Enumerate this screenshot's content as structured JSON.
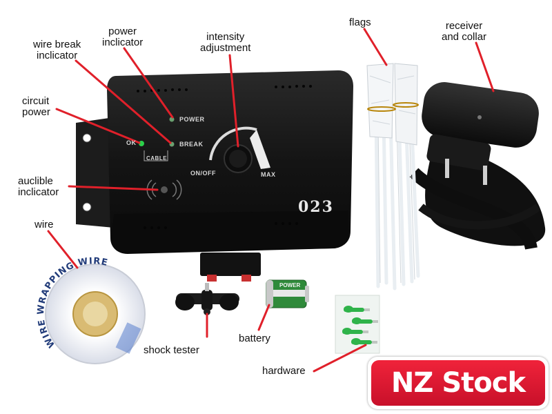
{
  "callouts": {
    "power_indicator": [
      "power",
      "inclicator"
    ],
    "wire_break_indicator": [
      "wire break",
      "inclicator"
    ],
    "circuit_power": [
      "circuit",
      "power"
    ],
    "intensity_adjustment": [
      "intensity",
      "adjustment"
    ],
    "audible_indicator": [
      "auclible",
      "inclicator"
    ],
    "wire": "wire",
    "flags": "flags",
    "receiver_and_collar": [
      "receiver",
      "and collar"
    ],
    "shock_tester": "shock tester",
    "battery": "battery",
    "hardware": "hardware"
  },
  "panel": {
    "power": "POWER",
    "break": "BREAK",
    "ok": "OK",
    "cable": "CABLE",
    "on_off": "ON/OFF",
    "max": "MAX",
    "model": "023"
  },
  "spool": {
    "text": "WIRE WRAPPING WIRE"
  },
  "battery_text": "POWER",
  "badge": {
    "text": "NZ Stock"
  },
  "colors": {
    "leader_line": "#e0202a",
    "badge_red": "#e3182f",
    "led_green": "#2ad04a",
    "device_black": "#161616"
  }
}
